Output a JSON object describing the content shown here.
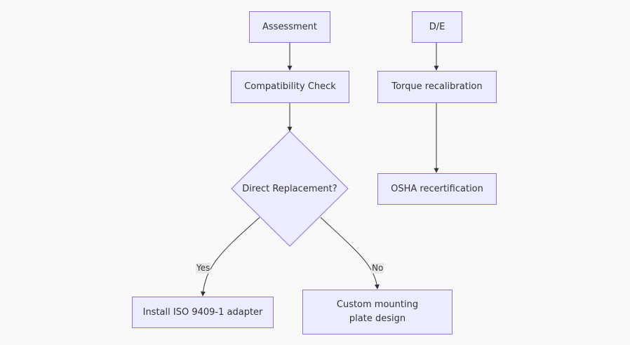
{
  "nodes": {
    "assessment": "Assessment",
    "de": "D/E",
    "compat": "Compatibility Check",
    "torque": "Torque recalibration",
    "decision": "Direct Replacement?",
    "osha": "OSHA recertification",
    "install": "Install ISO 9409-1 adapter",
    "custom": "Custom mounting plate design"
  },
  "edges": {
    "yes": "Yes",
    "no": "No"
  },
  "colors": {
    "node_fill": "#ececff",
    "node_stroke": "#9370db",
    "edge": "#333333",
    "background": "#f9f9fa"
  }
}
